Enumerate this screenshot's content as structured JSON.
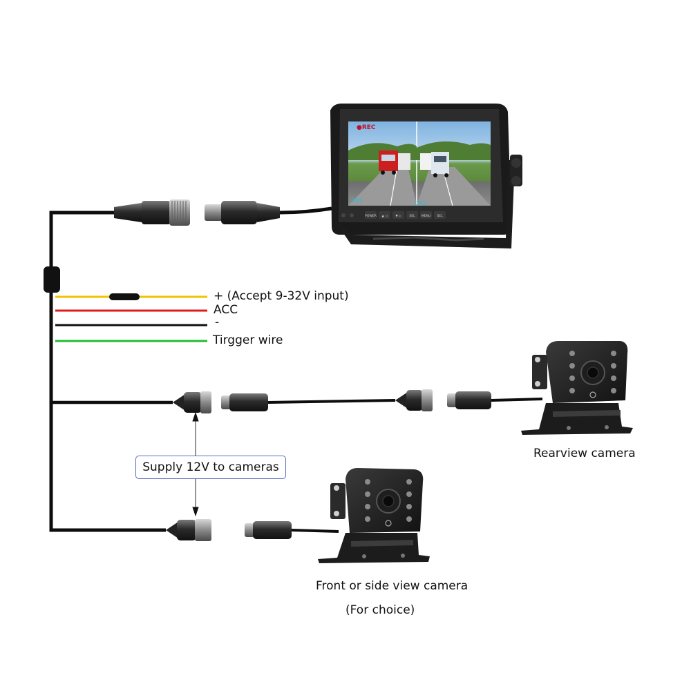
{
  "wires": {
    "power_label": "+ (Accept 9-32V input)",
    "acc_label": "ACC",
    "ground_label": "-",
    "trigger_label": "Tirgger wire"
  },
  "colors": {
    "power": "#f2c300",
    "acc": "#e01b1b",
    "ground": "#111111",
    "trigger": "#22bb33",
    "cable": "#0d0d0d",
    "callout_border": "#5a6dc0"
  },
  "monitor": {
    "rec_label": "●REC",
    "ch1_label": "CH1",
    "ch2_label": "CH2",
    "buttons": [
      "POWER",
      "▲ ◁",
      "▼ ▷",
      "SEL",
      "MENU",
      "SEL"
    ]
  },
  "callout": {
    "supply_label": "Supply 12V to cameras"
  },
  "cameras": {
    "rear_label": "Rearview camera",
    "front_label": "Front or side view camera",
    "front_sublabel": "(For choice)"
  }
}
